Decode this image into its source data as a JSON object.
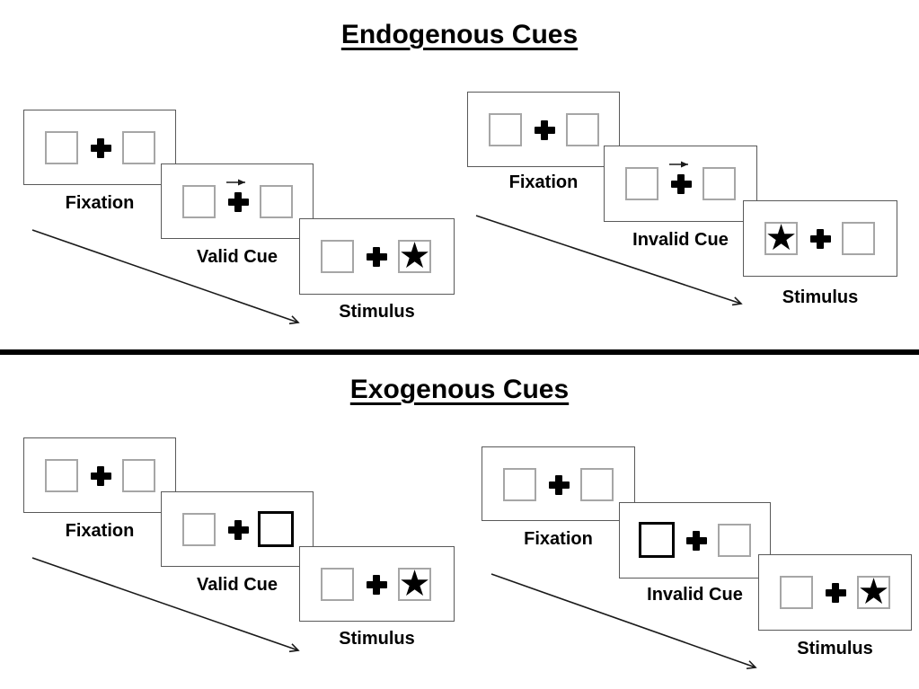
{
  "sections": [
    {
      "title": "Endogenous Cues"
    },
    {
      "title": "Exogenous Cues"
    }
  ],
  "glyphs": {
    "star": "★",
    "fixation_cross": "+",
    "cue_arrow_direction": "right"
  },
  "colors": {
    "background": "#ffffff",
    "text": "#000000",
    "panel_border": "#595959",
    "square_border": "#a6a6a6",
    "cue_square_border": "#000000",
    "divider": "#000000",
    "arrow": "#1a1a1a"
  },
  "sequences": [
    {
      "name": "endogenous-valid",
      "steps": [
        {
          "label": "Fixation",
          "left_box": "empty",
          "center": "plus",
          "right_box": "empty"
        },
        {
          "label": "Valid Cue",
          "left_box": "empty",
          "center": "plus-with-right-arrow",
          "right_box": "empty"
        },
        {
          "label": "Stimulus",
          "left_box": "empty",
          "center": "plus",
          "right_box": "star"
        }
      ]
    },
    {
      "name": "endogenous-invalid",
      "steps": [
        {
          "label": "Fixation",
          "left_box": "empty",
          "center": "plus",
          "right_box": "empty"
        },
        {
          "label": "Invalid Cue",
          "left_box": "empty",
          "center": "plus-with-right-arrow",
          "right_box": "empty"
        },
        {
          "label": "Stimulus",
          "left_box": "star",
          "center": "plus",
          "right_box": "empty"
        }
      ]
    },
    {
      "name": "exogenous-valid",
      "steps": [
        {
          "label": "Fixation",
          "left_box": "empty",
          "center": "plus",
          "right_box": "empty"
        },
        {
          "label": "Valid Cue",
          "left_box": "empty",
          "center": "plus",
          "right_box": "bold-outline"
        },
        {
          "label": "Stimulus",
          "left_box": "empty",
          "center": "plus",
          "right_box": "star"
        }
      ]
    },
    {
      "name": "exogenous-invalid",
      "steps": [
        {
          "label": "Fixation",
          "left_box": "empty",
          "center": "plus",
          "right_box": "empty"
        },
        {
          "label": "Invalid Cue",
          "left_box": "bold-outline",
          "center": "plus",
          "right_box": "empty"
        },
        {
          "label": "Stimulus",
          "left_box": "empty",
          "center": "plus",
          "right_box": "star"
        }
      ]
    }
  ]
}
